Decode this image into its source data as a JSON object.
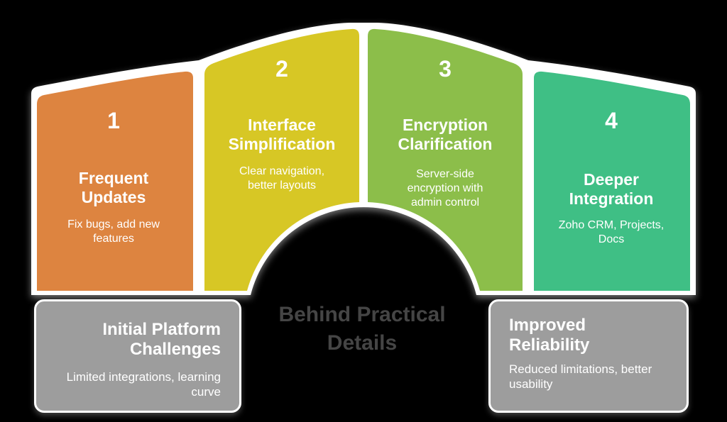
{
  "background_color": "#000000",
  "title": {
    "text": "Behind Practical\nDetails",
    "color": "#454545"
  },
  "segments": [
    {
      "number": "1",
      "title": "Frequent\nUpdates",
      "subtitle": "Fix bugs, add new\nfeatures",
      "color": "#DD8440"
    },
    {
      "number": "2",
      "title": "Interface\nSimplification",
      "subtitle": "Clear navigation,\nbetter layouts",
      "color": "#D7C725"
    },
    {
      "number": "3",
      "title": "Encryption\nClarification",
      "subtitle": "Server-side\nencryption with\nadmin control",
      "color": "#8CBE4A"
    },
    {
      "number": "4",
      "title": "Deeper\nIntegration",
      "subtitle": "Zoho CRM, Projects,\nDocs",
      "color": "#3FBF85"
    }
  ],
  "cards": [
    {
      "title": "Initial Platform\nChallenges",
      "subtitle": "Limited integrations, learning\ncurve"
    },
    {
      "title": "Improved Reliability",
      "subtitle": "Reduced limitations, better\nusability"
    }
  ],
  "colors": {
    "outline": "#FFFFFF",
    "card_background": "#9D9D9D",
    "card_text": "#FFFFFF",
    "segment_text": "#FFFFFF"
  }
}
